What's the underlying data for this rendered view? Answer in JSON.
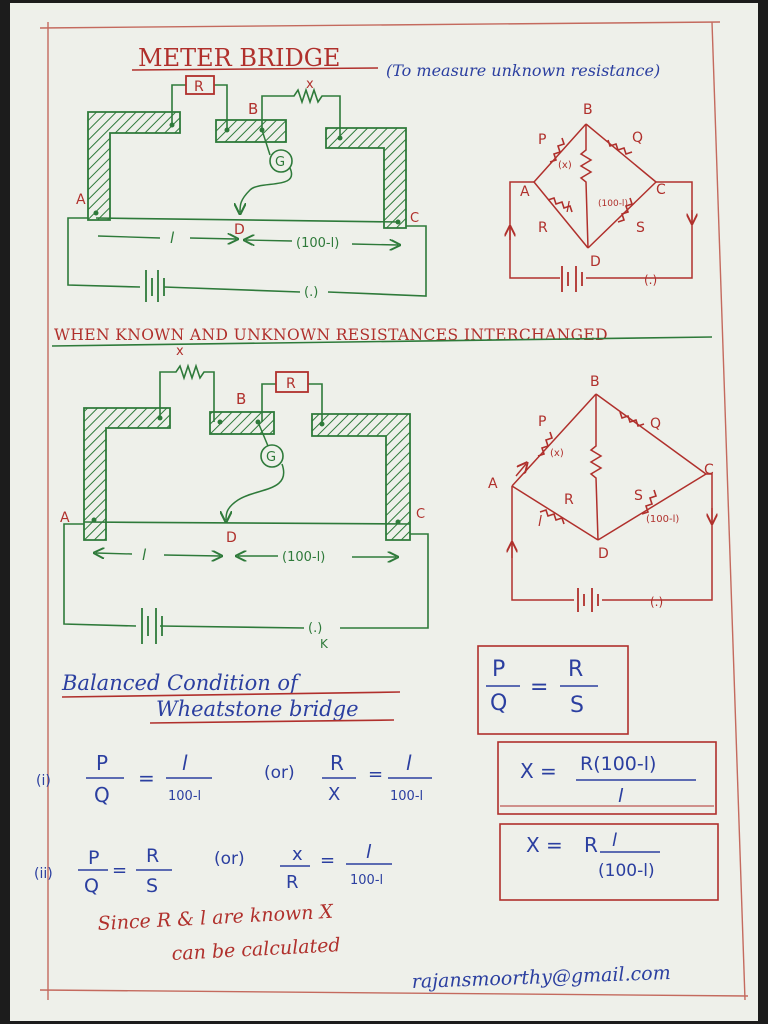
{
  "colors": {
    "ink_red": "#b0302c",
    "ink_green": "#2e7a3a",
    "ink_blue": "#2b3fa0",
    "margin": "#c46a5e",
    "paper": "#eef0ea"
  },
  "title": {
    "main": "METER BRIDGE",
    "sub": "(To measure unknown resistance)"
  },
  "fig1": {
    "R": "R",
    "X": "x",
    "B": "B",
    "G": "G",
    "A": "A",
    "D": "D",
    "C": "C",
    "l": "l",
    "rest": "(100-l)",
    "key": "(.)",
    "diagram": {
      "P": "P",
      "Q": "Q",
      "R": "R",
      "S": "S",
      "A": "A",
      "B": "B",
      "C": "C",
      "D": "D",
      "x": "(x)",
      "rest": "(100-l)",
      "l": "l",
      "key": "(.)"
    }
  },
  "interchange_heading": "WHEN KNOWN AND UNKNOWN RESISTANCES INTERCHANGED",
  "fig2": {
    "X": "x",
    "R": "R",
    "B": "B",
    "G": "G",
    "A": "A",
    "D": "D",
    "C": "C",
    "l": "l",
    "rest": "(100-l)",
    "key": "(.)",
    "K": "K",
    "diagram": {
      "P": "P",
      "Q": "Q",
      "R": "R",
      "S": "S",
      "A": "A",
      "B": "B",
      "C": "C",
      "D": "D",
      "x": "(x)",
      "rest": "(100-l)",
      "l": "l",
      "key": "(.)"
    }
  },
  "balanced": {
    "line1": "Balanced Condition of",
    "line2": "Wheatstone bridge"
  },
  "box_formula": {
    "lhs_num": "P",
    "lhs_den": "Q",
    "eq": "=",
    "rhs_num": "R",
    "rhs_den": "S"
  },
  "eq_i": {
    "index": "(i)",
    "a_num": "P",
    "a_den": "Q",
    "eq": "=",
    "b_num": "l",
    "b_den": "100-l",
    "or": "(or)",
    "c_num": "R",
    "c_den": "X",
    "d_num": "l",
    "d_den": "100-l"
  },
  "eq_ii": {
    "index": "(ii)",
    "a_num": "P",
    "a_den": "Q",
    "eq": "=",
    "b_num": "R",
    "b_den": "S",
    "or": "(or)",
    "c_num": "x",
    "c_den": "R",
    "d_num": "l",
    "d_den": "100-l"
  },
  "box_x1": {
    "lhs": "X =",
    "num": "R(100-l)",
    "den": "l"
  },
  "box_x2": {
    "lhs": "X =",
    "coef": "R",
    "num": "l",
    "den": "(100-l)"
  },
  "note": {
    "line1": "Since R & l are known X",
    "line2": "can be calculated"
  },
  "email": "rajansmoorthy@gmail.com"
}
